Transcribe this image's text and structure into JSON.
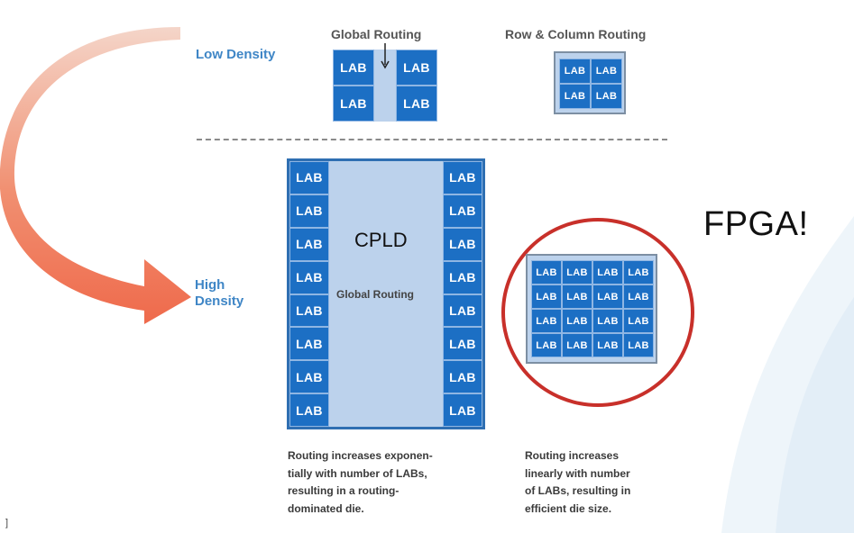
{
  "labels": {
    "low_density": "Low Density",
    "high_density_line1": "High",
    "high_density_line2": "Density"
  },
  "headings": {
    "global_routing": "Global Routing",
    "row_column_routing": "Row & Column Routing"
  },
  "cpld": {
    "title": "CPLD",
    "routing": "Global Routing"
  },
  "fpga": {
    "title": "FPGA!"
  },
  "lab_text": "LAB",
  "captions": {
    "cpld": [
      "Routing increases exponen-",
      "tially with number of LABs,",
      "resulting in a routing-",
      "dominated die."
    ],
    "fpga": [
      "Routing increases",
      "linearly with number",
      "of LABs, resulting in",
      "efficient die size."
    ]
  },
  "colors": {
    "lab_blue": "#1c6fc4",
    "routing_light_blue": "#bcd2ec",
    "label_blue": "#3f86c6",
    "circle_red": "#c8302a",
    "arrow_orange": "#ef6a4c"
  },
  "corner_mark": "]"
}
